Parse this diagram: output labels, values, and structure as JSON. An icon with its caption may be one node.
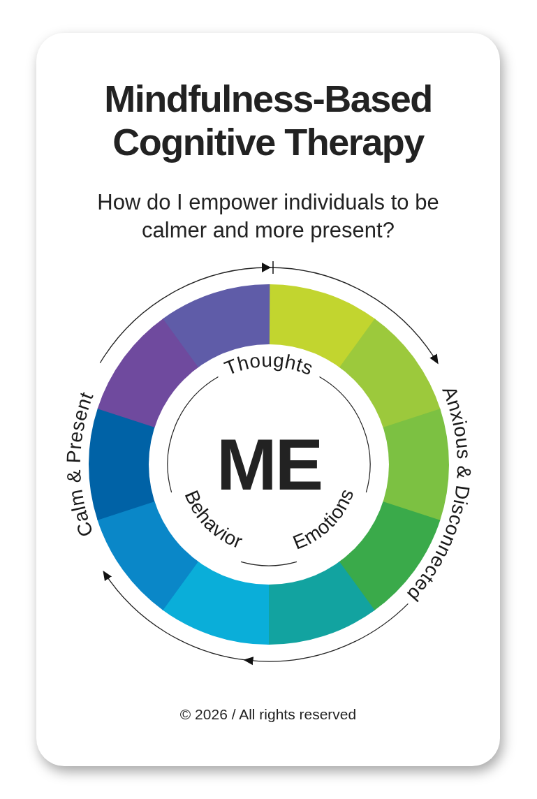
{
  "diagram": {
    "title": "Mindfulness-Based Cognitive Therapy",
    "nodes": [
      {
        "text": [
          "Thoughts",
          "ME",
          "Behavior",
          "Emotions"
        ]
      },
      {
        "text": [
          "Anxious & Disconnected"
        ]
      },
      {
        "text": [
          "Calm & Present"
        ]
      }
    ],
    "edges": [
      {
        "from": 1,
        "to": 2,
        "arrow": "to"
      },
      {
        "from": 2,
        "to": 1,
        "arrow": "to"
      }
    ],
    "labels": [
      "How do I empower individuals to be calmer and more present?",
      "© 2026 / All rights reserved"
    ]
  }
}
